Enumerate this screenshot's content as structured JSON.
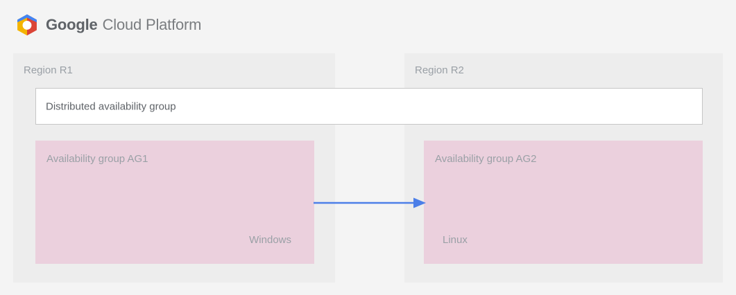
{
  "brand": {
    "logo_icon": "google-cloud-platform-logo-icon",
    "name_bold": "Google",
    "name_rest": "Cloud Platform",
    "colors": {
      "logo_blue": "#4285F4",
      "logo_red": "#DB4437",
      "logo_yellow": "#F4B400",
      "logo_center": "#FFFFFF",
      "text": "#5F6368"
    }
  },
  "page": {
    "background": "#F4F4F4"
  },
  "diagram": {
    "type": "architecture-diagram",
    "regions": [
      {
        "id": "r1",
        "label": "Region R1",
        "background": "#EDEDED"
      },
      {
        "id": "r2",
        "label": "Region R2",
        "background": "#EDEDED"
      }
    ],
    "distributed_group": {
      "label": "Distributed availability group",
      "background": "#FFFFFF",
      "border_color": "#C6C6C6",
      "spans_regions": [
        "r1",
        "r2"
      ]
    },
    "availability_groups": [
      {
        "id": "ag1",
        "title": "Availability group AG1",
        "os": "Windows",
        "region": "r1",
        "background": "#EBD0DD"
      },
      {
        "id": "ag2",
        "title": "Availability group AG2",
        "os": "Linux",
        "region": "r2",
        "background": "#EBD0DD"
      }
    ],
    "connector": {
      "name": "replication-arrow",
      "from": "ag1",
      "to": "ag2",
      "direction": "right",
      "color": "#4C7FE8",
      "label": ""
    }
  }
}
